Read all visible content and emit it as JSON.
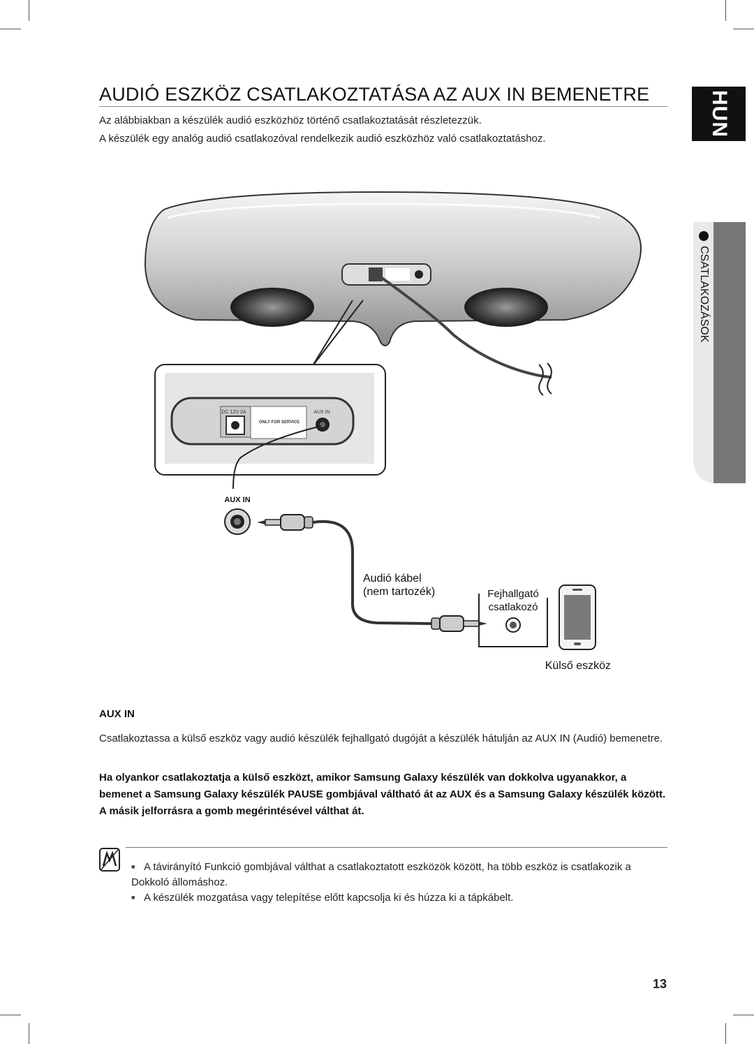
{
  "page": {
    "title": "AUDIÓ ESZKÖZ CSATLAKOZTATÁSA AZ AUX IN BEMENETRE",
    "intro": [
      "Az alábbiakban a készülék audió eszközhöz történő csatlakoztatását részletezzük.",
      "A készülék egy analóg audió csatlakozóval rendelkezik audió eszközhöz való csatlakoztatáshoz."
    ],
    "language_tab": "HUN",
    "section_tab": "CSATLAKOZÁSOK",
    "page_number": "13"
  },
  "diagram": {
    "panel_dc": "DC 12V 2A",
    "panel_service": "ONLY FOR SERVICE",
    "panel_aux": "AUX IN",
    "jack_label": "AUX IN",
    "cable_label": [
      "Audió kábel",
      "(nem tartozék)"
    ],
    "headphone_label": [
      "Fejhallgató",
      "csatlakozó"
    ],
    "device_label": "Külső eszköz"
  },
  "aux_section": {
    "heading": "AUX IN",
    "paragraph": "Csatlakoztassa a külső eszköz vagy audió készülék fejhallgató dugóját a készülék hátulján az AUX IN (Audió) bemenetre.",
    "bold_paragraph": "Ha olyankor csatlakoztatja a külső eszközt, amikor Samsung Galaxy készülék van dokkolva ugyanakkor, a bemenet a Samsung Galaxy készülék PAUSE gombjával váltható át az AUX és a Samsung Galaxy készülék között. A másik jelforrásra a gomb megérintésével válthat át."
  },
  "notes": [
    "A távirányító Funkció gombjával válthat a csatlakoztatott eszközök között, ha több eszköz is csatlakozik a Dokkoló állomáshoz.",
    "A készülék mozgatása vagy telepítése előtt kapcsolja ki és húzza ki a tápkábelt."
  ]
}
